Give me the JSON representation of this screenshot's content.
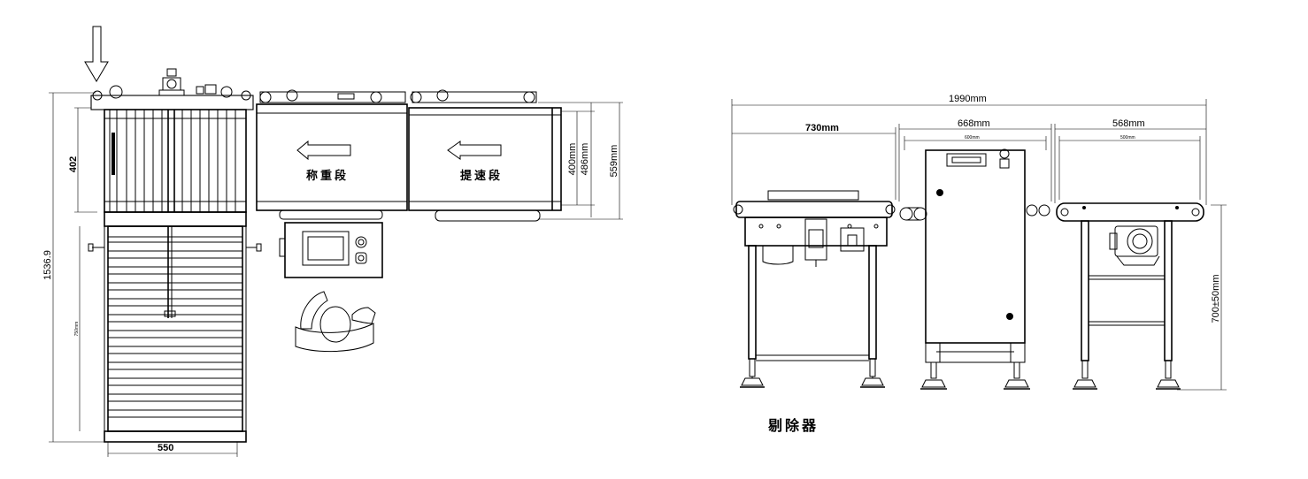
{
  "top_view": {
    "section_weigh": "称重段",
    "section_speedup": "提速段",
    "dim_total_length": "1536.9",
    "dim_infeed_width": "402",
    "dim_bottom_width": "550",
    "dim_side_small": "750mm",
    "dim_belt_400": "400mm",
    "dim_belt_486": "486mm",
    "dim_frame_559": "559mm"
  },
  "side_view": {
    "dim_overall": "1990mm",
    "dim_rejector": "730mm",
    "dim_weigher": "668mm",
    "dim_weigher_inner": "600mm",
    "dim_infeed": "568mm",
    "dim_infeed_inner": "500mm",
    "dim_height": "700±50mm",
    "label_rejector": "剔除器"
  }
}
